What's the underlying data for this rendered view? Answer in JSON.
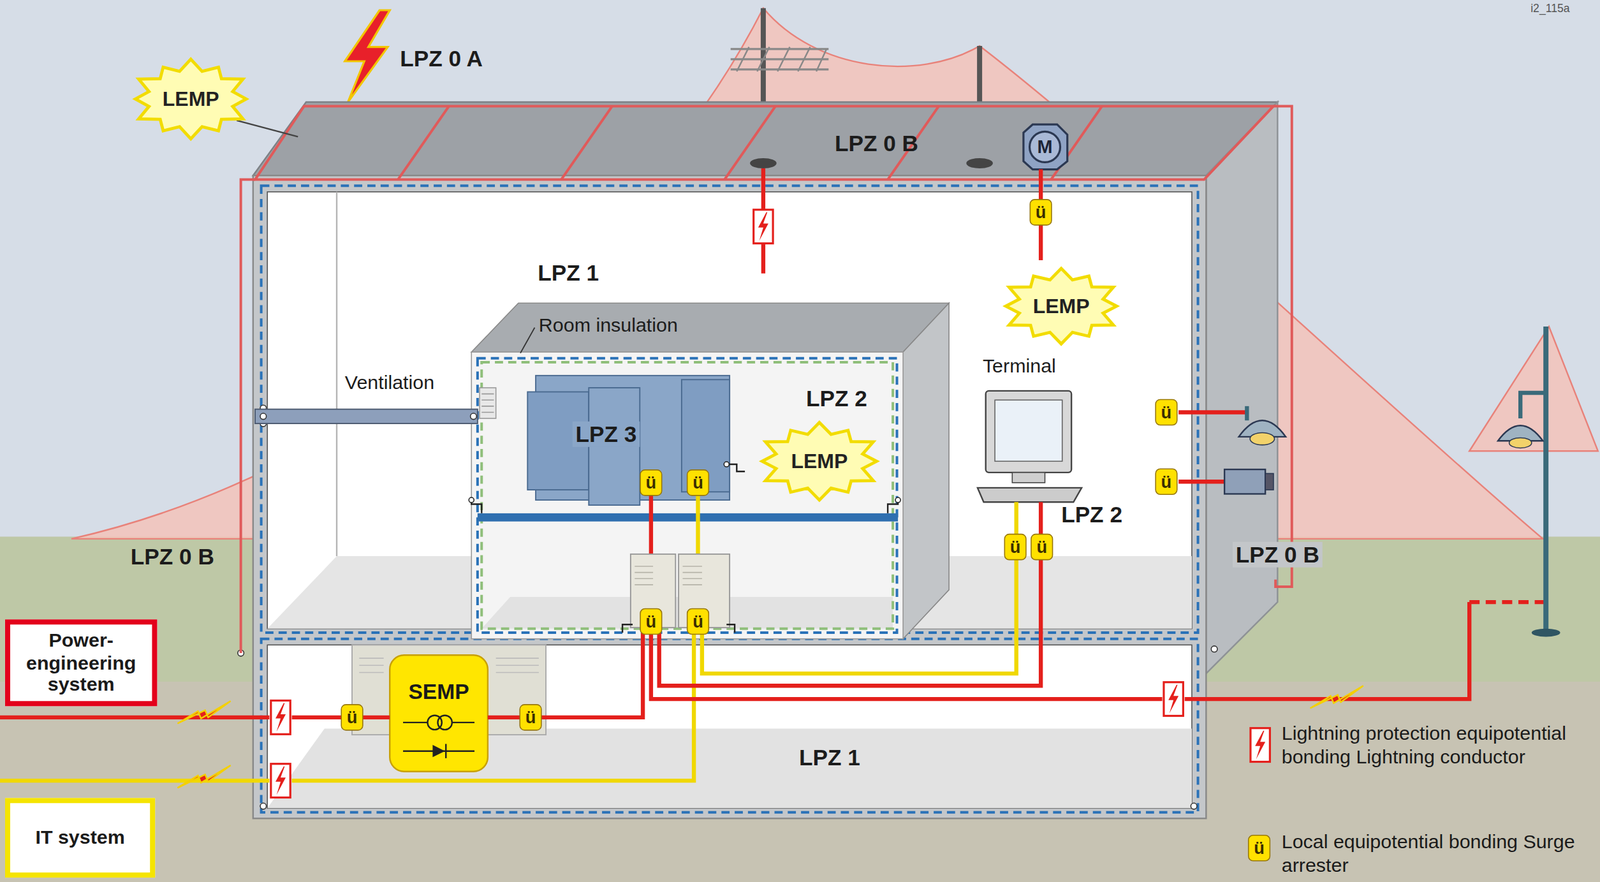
{
  "diagram": {
    "nodes": [
      {
        "text": [
          "LEMP"
        ]
      },
      {
        "text": [
          "M"
        ]
      },
      {
        "text": [
          "ü"
        ]
      },
      {
        "text": [
          "LEMP"
        ]
      },
      {
        "text": [
          "LEMP"
        ]
      },
      {
        "text": [
          "ü"
        ]
      },
      {
        "text": [
          "ü"
        ]
      },
      {
        "text": [
          "ü"
        ]
      },
      {
        "text": [
          "ü"
        ]
      },
      {
        "text": [
          "ü"
        ]
      },
      {
        "text": [
          "ü"
        ]
      },
      {
        "text": [
          "Power-engineering system"
        ]
      },
      {
        "text": [
          "ü"
        ]
      },
      {
        "text": [
          "ü"
        ]
      },
      {
        "text": [
          "ü"
        ]
      },
      {
        "text": [
          "SEMP"
        ]
      },
      {
        "text": [
          "ü"
        ]
      },
      {
        "text": [
          "IT system"
        ]
      },
      {
        "text": [
          "ü"
        ]
      }
    ],
    "labels": [
      "i2_115a",
      "LPZ 0 A",
      "LPZ 0 B",
      "LPZ 1",
      "Room insulation",
      "Ventilation",
      "LPZ 2",
      "LPZ 3",
      "Terminal",
      "LPZ 2",
      "LPZ 0 B",
      "LPZ 0 B",
      "LPZ 1"
    ],
    "legend": [
      {
        "text": "Lightning protection equipotential bonding Lightning conductor"
      },
      {
        "text": "Local equipotential bonding Surge arrester"
      }
    ]
  }
}
